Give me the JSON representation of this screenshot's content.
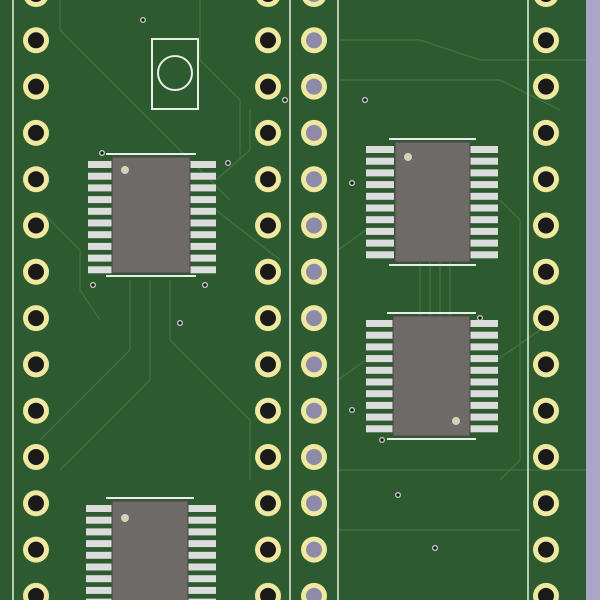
{
  "scene": {
    "subject": "pcb-render",
    "colors": {
      "board": "#2d5a2f",
      "trace": "#3f7040",
      "outline": "#e6eee6",
      "pad_ring": "#eee8a0",
      "hole": "#1a1a1a",
      "ic_body": "#6e6a68",
      "ic_pin": "#dcdcdc",
      "background": "#a9a6c8"
    }
  },
  "components": [
    {
      "kind": "ic",
      "name": "ic-u1"
    },
    {
      "kind": "ic",
      "name": "ic-u2"
    },
    {
      "kind": "ic",
      "name": "ic-u3"
    },
    {
      "kind": "ic",
      "name": "ic-u4"
    },
    {
      "kind": "silkscreen-box",
      "name": "mounting-marker"
    }
  ]
}
